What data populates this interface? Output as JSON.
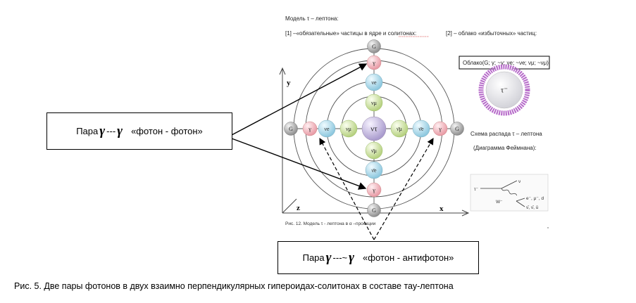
{
  "model_title": "Модель τ – лептона:",
  "heading_left": "[1] –«обязательные» частицы в ядре и солитонах:",
  "heading_right": "[2] – облако «избыточных» частиц:",
  "cloud_label": "Облако(G; γ; ~γ; νe; ~νe; νμ; ~νμ)",
  "tau_symbol": "τ⁻",
  "decay_title": "Схема распада τ – лептона",
  "decay_subtitle": "(Диаграмма Феймнана):",
  "feynman": {
    "tau": "τ⁻",
    "nu": "ν",
    "w": "W⁻",
    "products1": "e⁻, μ⁻, d",
    "products2": "ν̄, ν̄, ū"
  },
  "axes": {
    "y": "y",
    "x": "x",
    "z": "z"
  },
  "figure_note": "Рис. 12. Модель τ - лептона в α –проекции",
  "particles": {
    "G": "G",
    "gamma": "γ",
    "nu_e": "νe",
    "nu_mu": "νμ",
    "nu_tau": "ντ",
    "anti_nu_e": "ν̄e",
    "anti_nu_mu": "ν̄μ"
  },
  "box1": {
    "prefix": "Пара",
    "g1": "γ",
    "mid": "---",
    "g2": "γ",
    "quote": "«фотон - фотон»"
  },
  "box2": {
    "prefix": "Пара",
    "g1": "γ",
    "mid": "---~",
    "g2": "γ",
    "quote": "«фотон - антифотон»"
  },
  "caption": "Рис. 5.  Две пары фотонов в двух взаимно перпендикулярных гипероидах-солитонах в составе тау-лептона",
  "colors": {
    "G": "#a9a9a9",
    "gamma": "#f2b8bf",
    "nu_e": "#b5dcea",
    "nu_mu": "#cde0a6",
    "nu_tau": "#c9bfde",
    "cloud_ring": "#b66ac9"
  }
}
